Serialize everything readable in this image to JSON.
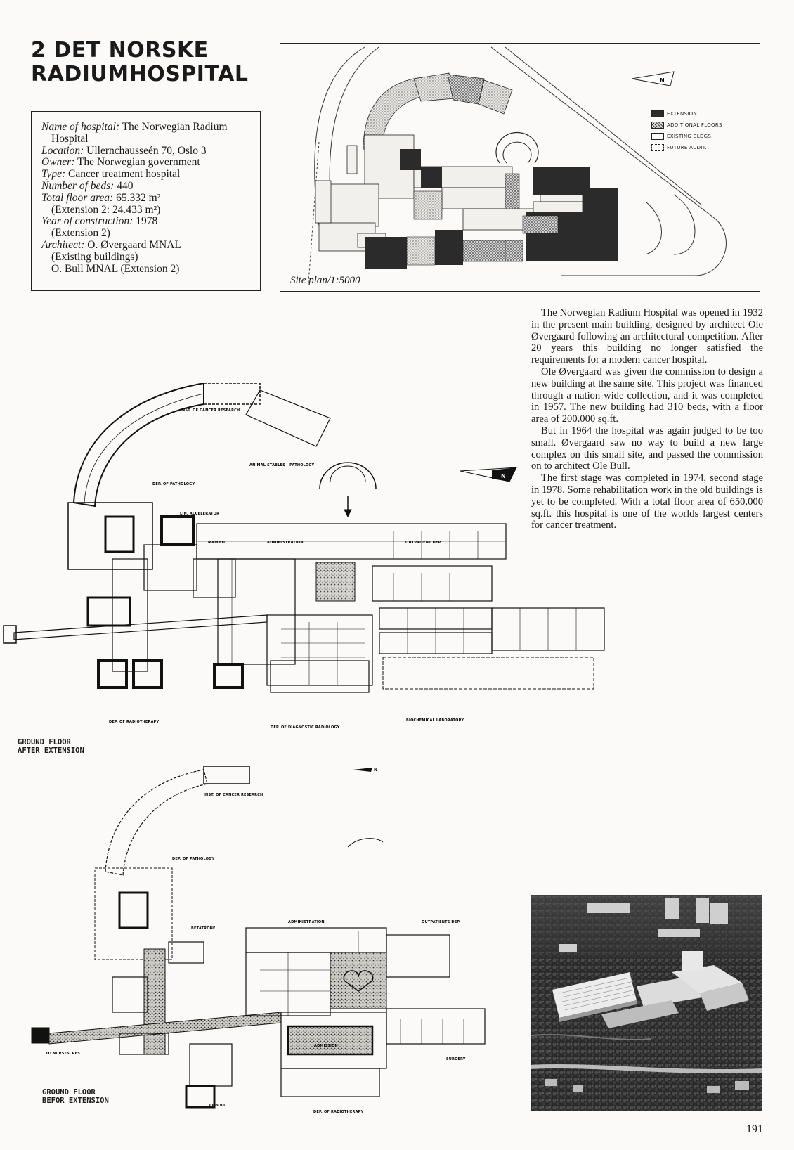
{
  "header": {
    "title_line1": "2 DET NORSKE",
    "title_line2": "RADIUMHOSPITAL"
  },
  "info": {
    "name_label": "Name of hospital:",
    "name_value": "The Norwegian Radium",
    "name_value2": "Hospital",
    "location_label": "Location:",
    "location_value": "Ullernchausseén 70, Oslo 3",
    "owner_label": "Owner:",
    "owner_value": "The Norwegian government",
    "type_label": "Type:",
    "type_value": "Cancer treatment hospital",
    "beds_label": "Number of beds:",
    "beds_value": "440",
    "area_label": "Total floor area:",
    "area_value": "65.332 m²",
    "area_ext": "(Extension 2: 24.433 m²)",
    "year_label": "Year of construction:",
    "year_value": "1978",
    "year_ext": "(Extension 2)",
    "architect_label": "Architect:",
    "architect_value": "O. Øvergaard MNAL",
    "architect_note": "(Existing buildings)",
    "architect2": "O. Bull MNAL (Extension 2)"
  },
  "siteplan": {
    "caption": "Site plan/1:5000",
    "legend": [
      "EXTENSION",
      "ADDITIONAL FLOORS",
      "EXISTING BLDGS.",
      "FUTURE AUDIT."
    ],
    "north": "N"
  },
  "body": {
    "p1": "The Norwegian Radium Hospital was opened in 1932 in the present main building, designed by architect Ole Øvergaard following an architectural competition. After 20 years this building no longer satisfied the requirements for a modern cancer hospital.",
    "p2": "Ole Øvergaard was given the commission to design a new building at the same site. This project was financed through a nation-wide collection, and it was completed in 1957. The new building had 310 beds, with a floor area of 200.000 sq.ft.",
    "p3": "But in 1964 the hospital was again judged to be too small. Øvergaard saw no way to build a new large complex on this small site, and passed the commission on to architect Ole Bull.",
    "p4": "The first stage was completed in 1974, second stage in 1978. Some rehabilitation work in the old buildings is yet to be completed. With a total floor area of 650.000 sq.ft. this hospital is one of the worlds largest centers for cancer treatment."
  },
  "plan_after": {
    "caption1": "GROUND FLOOR",
    "caption2": "AFTER EXTENSION",
    "labels": {
      "research": "INST. OF CANCER RESEARCH",
      "stables": "ANIMAL STABLES - PATHOLOGY",
      "pathology": "DEP. OF PATHOLOGY",
      "accelerator": "LIN. ACCELERATOR",
      "mammo": "MAMMO",
      "admin": "ADMINISTRATION",
      "outpatient": "OUTPATIENT DEP.",
      "radiotherapy": "DEP. OF RADIOTHERAPY",
      "diagnostic": "DEP. OF DIAGNOSTIC RADIOLOGY",
      "biochem": "BIOCHEMICAL LABORATORY"
    },
    "north": "N"
  },
  "plan_before": {
    "caption1": "GROUND FLOOR",
    "caption2": "BEFOR EXTENSION",
    "labels": {
      "research": "INST. OF CANCER RESEARCH",
      "pathology": "DEP. OF PATHOLOGY",
      "betatrone": "BETATRONE",
      "admin": "ADMINISTRATION",
      "outpatients": "OUTPATIENTS DEP.",
      "admission": "ADMISSION",
      "surgery": "SURGERY",
      "nurses": "TO NURSES' RES.",
      "cobolt": "COBOLT",
      "radiotherapy": "DEP. OF RADIOTHERAPY"
    },
    "north": "N"
  },
  "page_number": "191"
}
